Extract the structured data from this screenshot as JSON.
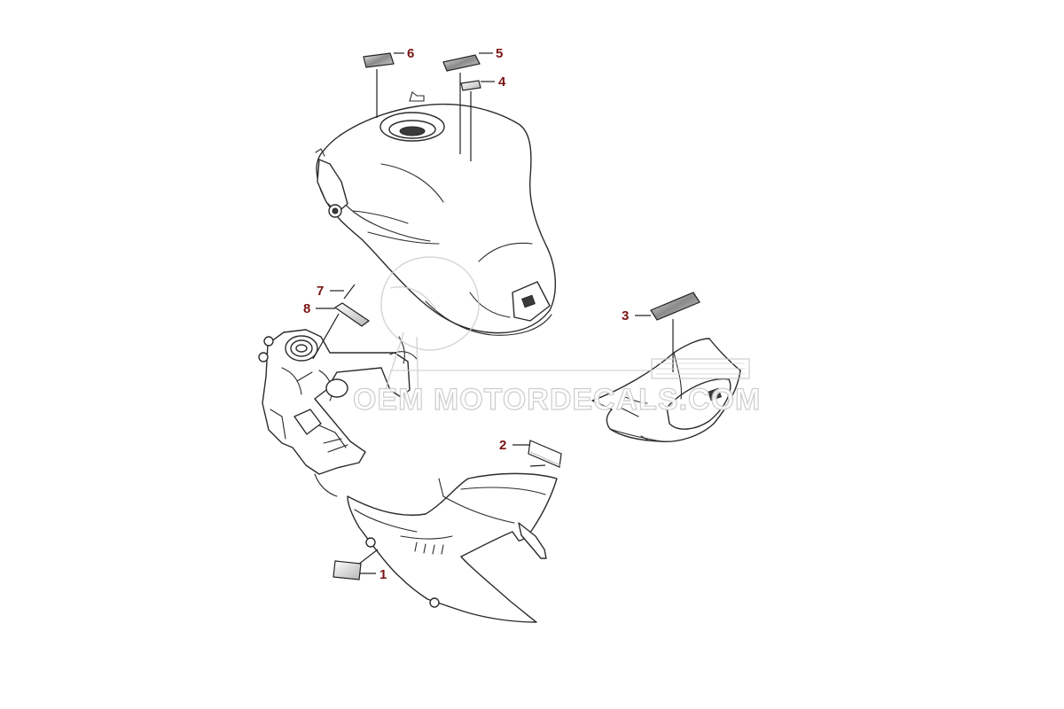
{
  "diagram": {
    "parts": [
      {
        "id": "1",
        "label": "1",
        "item": "tail-cowl-decal"
      },
      {
        "id": "2",
        "label": "2",
        "item": "tail-cowl-side-decal"
      },
      {
        "id": "3",
        "label": "3",
        "item": "front-cowl-decal"
      },
      {
        "id": "4",
        "label": "4",
        "item": "tank-small-decal"
      },
      {
        "id": "5",
        "label": "5",
        "item": "tank-decal"
      },
      {
        "id": "6",
        "label": "6",
        "item": "tank-left-decal"
      },
      {
        "id": "7",
        "label": "7",
        "item": "frame-clip"
      },
      {
        "id": "8",
        "label": "8",
        "item": "frame-decal"
      }
    ],
    "colors": {
      "callout": "#7a1414",
      "line": "#2b2b2b",
      "decal": "#777777"
    }
  },
  "watermark": {
    "text": "OEM MOTORDECALS.COM"
  }
}
